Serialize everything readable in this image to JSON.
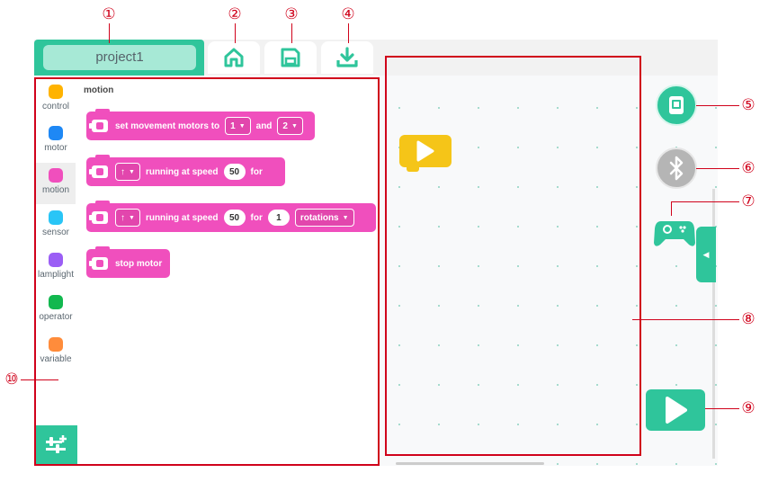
{
  "header": {
    "project_name": "project1",
    "buttons": [
      {
        "id": "home",
        "icon": "home-icon"
      },
      {
        "id": "save",
        "icon": "save-icon"
      },
      {
        "id": "download",
        "icon": "download-icon"
      }
    ]
  },
  "categories": [
    {
      "label": "control",
      "color": "#ffb300"
    },
    {
      "label": "motor",
      "color": "#1e88f5"
    },
    {
      "label": "motion",
      "color": "#f04fbd",
      "active": true
    },
    {
      "label": "sensor",
      "color": "#29c5f6"
    },
    {
      "label": "lamplight",
      "color": "#9b5ef5"
    },
    {
      "label": "operator",
      "color": "#12b84f"
    },
    {
      "label": "variable",
      "color": "#ff8c3b"
    }
  ],
  "palette": {
    "title": "motion",
    "blocks": {
      "set_motors": {
        "text": "set movement motors to",
        "dd1": "1",
        "and": "and",
        "dd2": "2"
      },
      "run_for": {
        "dir": "↑",
        "text": "running at speed",
        "speed": "50",
        "for": "for"
      },
      "run_rotations": {
        "dir": "↑",
        "text": "running at speed",
        "speed": "50",
        "for": "for",
        "amount": "1",
        "unit": "rotations"
      },
      "stop": {
        "text": "stop motor"
      }
    }
  },
  "workspace": {
    "hat_block_icon": "play-icon"
  },
  "right_panel": {
    "device_icon": "device-icon",
    "bluetooth_icon": "bluetooth-icon",
    "gamepad_icon": "gamepad-icon",
    "collapse_arrow": "◀",
    "run_icon": "play-icon"
  },
  "callouts": [
    "①",
    "②",
    "③",
    "④",
    "⑤",
    "⑥",
    "⑦",
    "⑧",
    "⑨",
    "⑩"
  ],
  "colors": {
    "accent": "#2fc59b",
    "motion_block": "#f04fbd",
    "hat_block": "#f5c518",
    "annotation": "#d0021b"
  }
}
